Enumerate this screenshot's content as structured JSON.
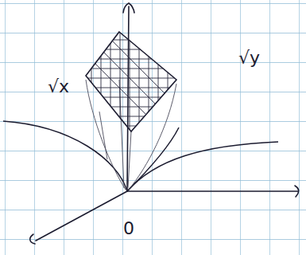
{
  "diagram": {
    "labels": [
      "√x",
      "√y",
      "0"
    ]
  }
}
